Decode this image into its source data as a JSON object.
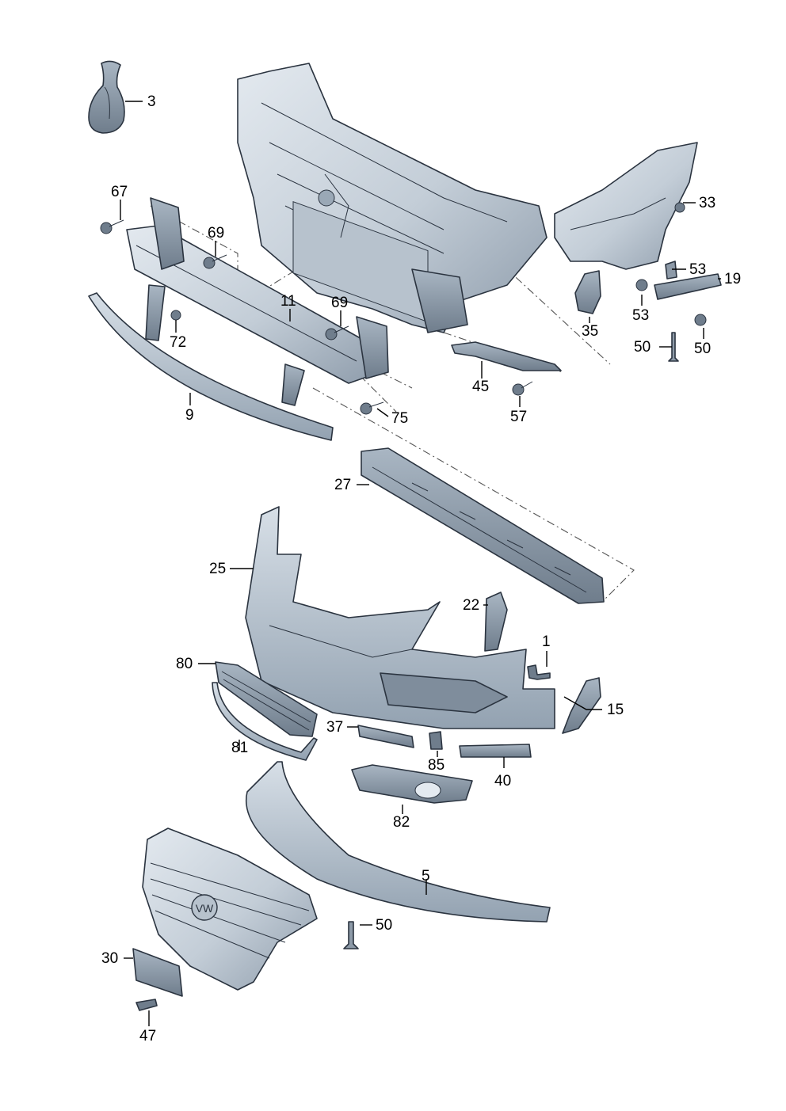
{
  "callouts": {
    "c3": "3",
    "c67": "67",
    "c69a": "69",
    "c11": "11",
    "c69b": "69",
    "c72": "72",
    "c9": "9",
    "c75": "75",
    "c33": "33",
    "c53a": "53",
    "c19": "19",
    "c53b": "53",
    "c35": "35",
    "c50a": "50",
    "c50b": "50",
    "c45": "45",
    "c57": "57",
    "c27": "27",
    "c25": "25",
    "c22": "22",
    "c1": "1",
    "c80": "80",
    "c15": "15",
    "c37": "37",
    "c81": "81",
    "c85": "85",
    "c40": "40",
    "c82": "82",
    "c5": "5",
    "c50c": "50",
    "c30": "30",
    "c47": "47"
  },
  "colors": {
    "part_fill": "#c9d2dc",
    "part_shade": "#9aa8b6",
    "part_dark": "#6e7c8a",
    "outline": "#2b3440"
  }
}
